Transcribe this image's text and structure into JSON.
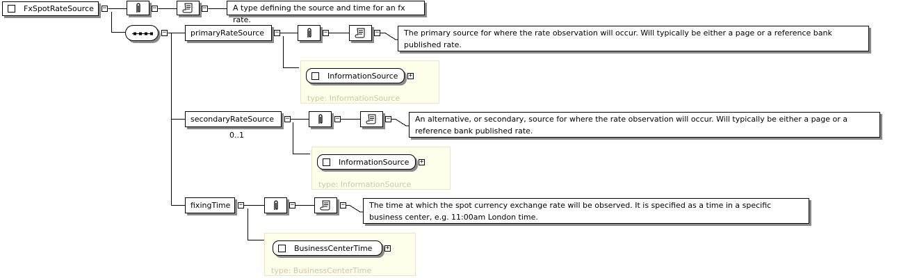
{
  "root": {
    "name": "FxSpotRateSource",
    "description": "A type defining the source and time for an fx rate."
  },
  "compositor": {
    "kind": "sequence"
  },
  "children": [
    {
      "name": "primaryRateSource",
      "cardinality": "",
      "description": "The primary source for where the rate observation will occur. Will typically be either a page or a reference bank published rate.",
      "type_element": "InformationSource",
      "type_label": "type: InformationSource"
    },
    {
      "name": "secondaryRateSource",
      "cardinality": "0..1",
      "description": "An alternative, or secondary, source for where the rate observation will occur. Will typically be either a page or a reference bank published rate.",
      "type_element": "InformationSource",
      "type_label": "type: InformationSource"
    },
    {
      "name": "fixingTime",
      "cardinality": "",
      "description": "The time at which the spot currency exchange rate will be observed. It is specified as a time in a specific business center, e.g. 11:00am London time.",
      "type_element": "BusinessCenterTime",
      "type_label": "type: BusinessCenterTime"
    }
  ],
  "toggles": {
    "collapse": "−",
    "expand": "+"
  },
  "icons": {
    "annotation": "paperclip-icon",
    "documentation": "scroll-icon"
  }
}
